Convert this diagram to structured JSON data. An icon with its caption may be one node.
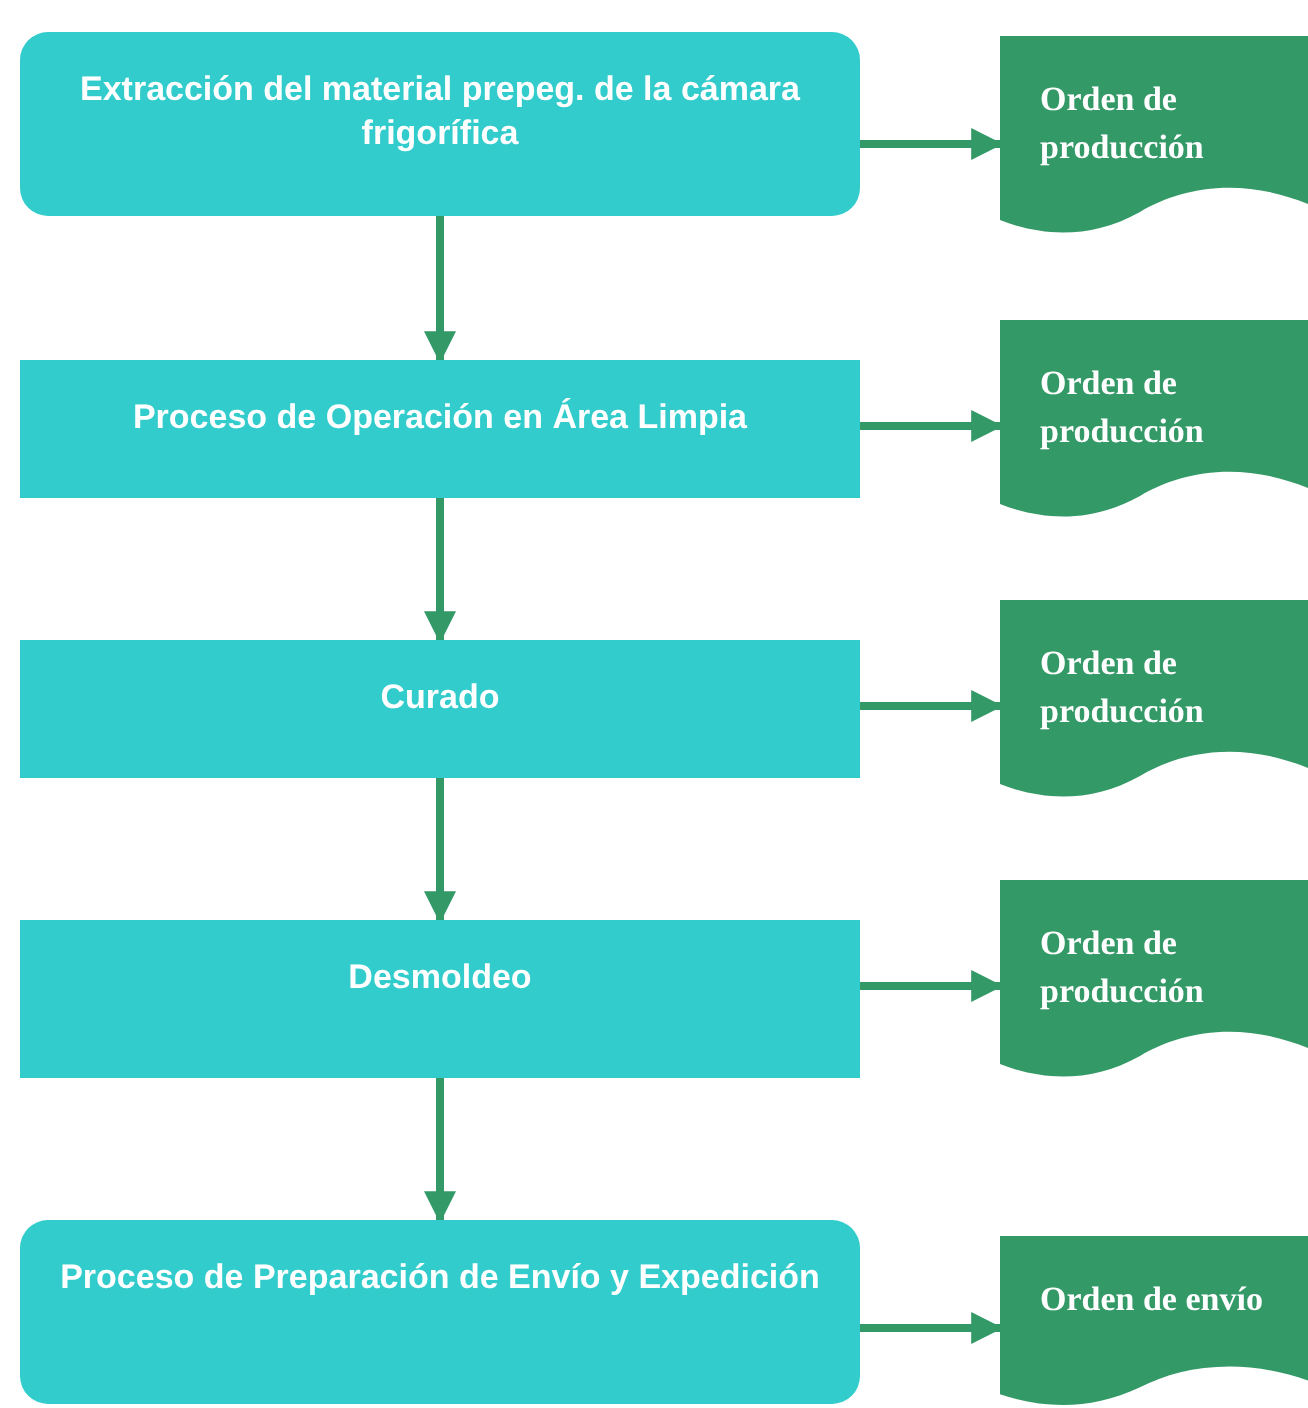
{
  "diagram": {
    "nodes": [
      {
        "text": [
          "Extracción del material prepeg. de la cámara frigorífica"
        ]
      },
      {
        "text": [
          "Orden de producción"
        ]
      },
      {
        "text": [
          "Proceso de Operación en Área Limpia"
        ]
      },
      {
        "text": [
          "Orden de producción"
        ]
      },
      {
        "text": [
          "Curado"
        ]
      },
      {
        "text": [
          "Orden de producción"
        ]
      },
      {
        "text": [
          "Desmoldeo"
        ]
      },
      {
        "text": [
          "Orden de producción"
        ]
      },
      {
        "text": [
          "Proceso de Preparación de Envío y Expedición"
        ]
      },
      {
        "text": [
          "Orden de envío"
        ]
      }
    ],
    "edges": [
      {
        "from": 0,
        "to": 1,
        "arrow": "to"
      },
      {
        "from": 0,
        "to": 2,
        "arrow": "to"
      },
      {
        "from": 2,
        "to": 3,
        "arrow": "to"
      },
      {
        "from": 2,
        "to": 4,
        "arrow": "to"
      },
      {
        "from": 4,
        "to": 5,
        "arrow": "to"
      },
      {
        "from": 4,
        "to": 6,
        "arrow": "to"
      },
      {
        "from": 6,
        "to": 7,
        "arrow": "to"
      },
      {
        "from": 6,
        "to": 8,
        "arrow": "to"
      },
      {
        "from": 8,
        "to": 9,
        "arrow": "to"
      }
    ]
  }
}
